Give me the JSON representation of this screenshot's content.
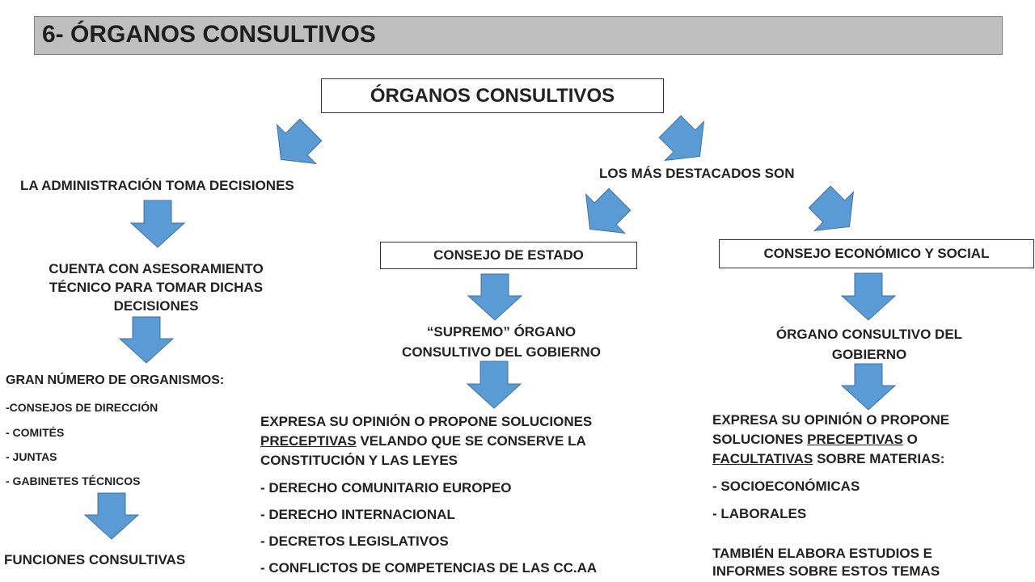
{
  "title": "6- ÓRGANOS CONSULTIVOS",
  "root": "ÓRGANOS CONSULTIVOS",
  "left": {
    "decision": "LA ADMINISTRACIÓN  TOMA DECISIONES",
    "advice": [
      "CUENTA CON ASESORAMIENTO",
      "TÉCNICO PARA TOMAR DICHAS",
      "DECISIONES"
    ],
    "organisms_title": "GRAN NÚMERO DE ORGANISMOS:",
    "organisms": [
      "-CONSEJOS  DE DIRECCIÓN",
      "- COMITÉS",
      "- JUNTAS",
      "- GABINETES  TÉCNICOS"
    ],
    "functions": "FUNCIONES CONSULTIVAS"
  },
  "right": {
    "highlighted": "LOS MÁS DESTACADOS  SON",
    "consejo_estado": {
      "name": "CONSEJO DE ESTADO",
      "description": [
        "“SUPREMO” ÓRGANO",
        "CONSULTIVO DEL GOBIERNO"
      ],
      "text_line1": "EXPRESA SU OPINIÓN O PROPONE SOLUCIONES",
      "text_underlined": "PRECEPTIVAS",
      "text_line2_rest": " VELANDO QUE SE CONSERVE LA",
      "text_line3": "CONSTITUCIÓN Y LAS LEYES",
      "items": [
        "- DERECHO COMUNITARIO EUROPEO",
        "- DERECHO INTERNACIONAL",
        "- DECRETOS LEGISLATIVOS",
        "- CONFLICTOS DE COMPETENCIAS DE LAS CC.AA"
      ]
    },
    "consejo_economico": {
      "name": "CONSEJO ECONÓMICO Y SOCIAL",
      "description": [
        "ÓRGANO CONSULTIVO DEL",
        "GOBIERNO"
      ],
      "text_line1": "EXPRESA SU OPINIÓN O PROPONE",
      "text_line2_start": "SOLUCIONES ",
      "text_underlined1": "PRECEPTIVAS",
      "text_line2_end": " O",
      "text_underlined2": "FACULTATIVAS",
      "text_line3_rest": " SOBRE MATERIAS:",
      "items": [
        "- SOCIOECONÓMICAS",
        "- LABORALES"
      ],
      "extra": [
        "TAMBIÉN ELABORA ESTUDIOS E",
        "INFORMES SOBRE ESTOS TEMAS"
      ]
    }
  },
  "colors": {
    "arrow_fill": "#5b9bd5",
    "arrow_stroke": "#41719c",
    "banner": "#bfbfbf"
  }
}
